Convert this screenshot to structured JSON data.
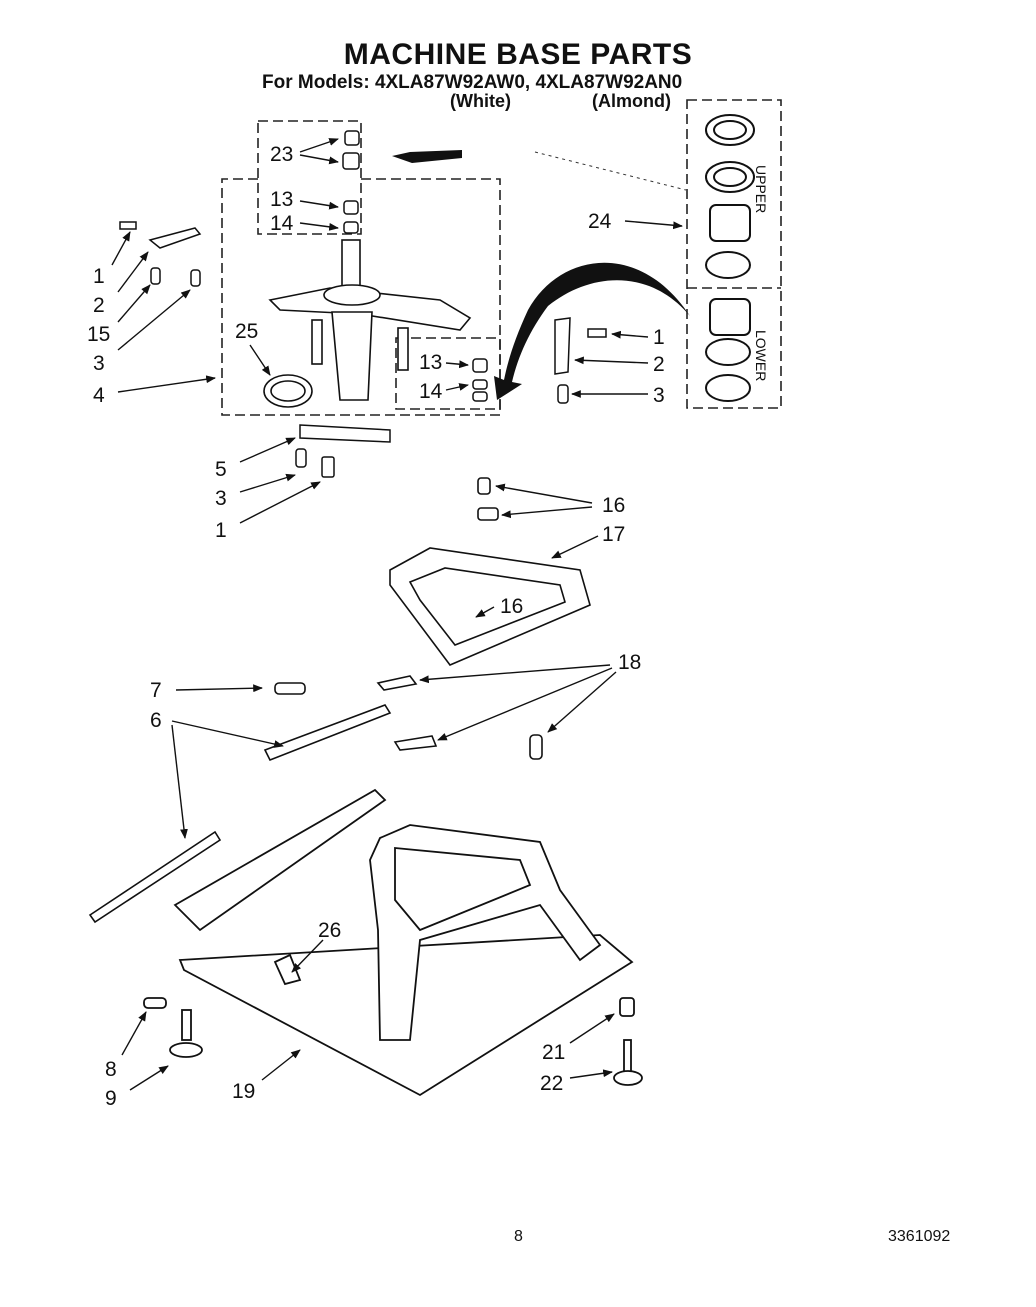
{
  "header": {
    "title": "MACHINE BASE PARTS",
    "models_line": "For Models: 4XLA87W92AW0, 4XLA87W92AN0",
    "variant_white": "(White)",
    "variant_almond": "(Almond)"
  },
  "kit_box": {
    "upper_label": "UPPER",
    "lower_label": "LOWER"
  },
  "callouts": {
    "c23": "23",
    "c13a": "13",
    "c14a": "14",
    "c24": "24",
    "c1a": "1",
    "c2a": "2",
    "c15": "15",
    "c3a": "3",
    "c4": "4",
    "c25": "25",
    "c1b": "1",
    "c2b": "2",
    "c3b": "3",
    "c13b": "13",
    "c14b": "14",
    "c5": "5",
    "c3c": "3",
    "c1c": "1",
    "c16a": "16",
    "c17": "17",
    "c16b": "16",
    "c7": "7",
    "c6": "6",
    "c18": "18",
    "c26": "26",
    "c8": "8",
    "c9": "9",
    "c19": "19",
    "c21": "21",
    "c22": "22"
  },
  "footer": {
    "page_number": "8",
    "doc_number": "3361092"
  }
}
